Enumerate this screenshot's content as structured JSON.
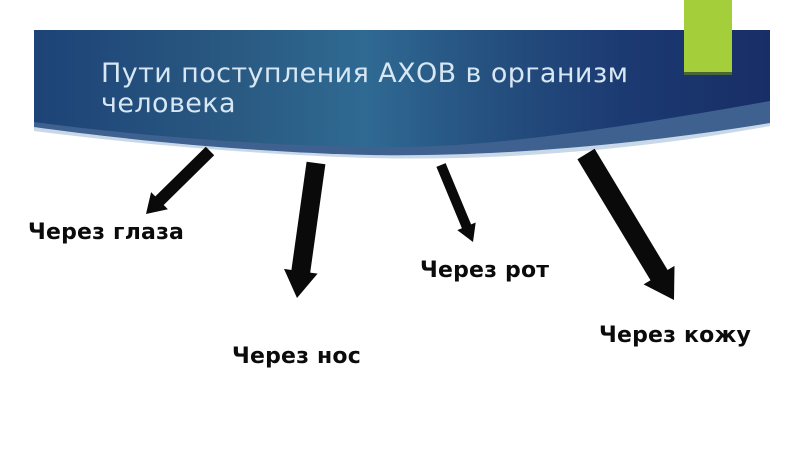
{
  "header": {
    "title": "Пути поступления АХОВ в организм человека",
    "title_lines": [
      "Пути поступления АХОВ в организм",
      "человека"
    ],
    "title_color": "#d7e7f3",
    "banner": {
      "gradient": [
        "#1d4377",
        "#2a5a82",
        "#2f6a93",
        "#25507f",
        "#1c3a72",
        "#182e66"
      ],
      "band_color": "#3e6190",
      "band_fade_color": "#c9d8e8"
    },
    "accent": {
      "color": "#a5ce3b"
    }
  },
  "diagram": {
    "arrow_color": "#0a0a0a",
    "label_color": "#0b0b0b",
    "routes": [
      {
        "label": "Через глаза"
      },
      {
        "label": "Через нос"
      },
      {
        "label": "Через рот"
      },
      {
        "label": "Через кожу"
      }
    ]
  }
}
